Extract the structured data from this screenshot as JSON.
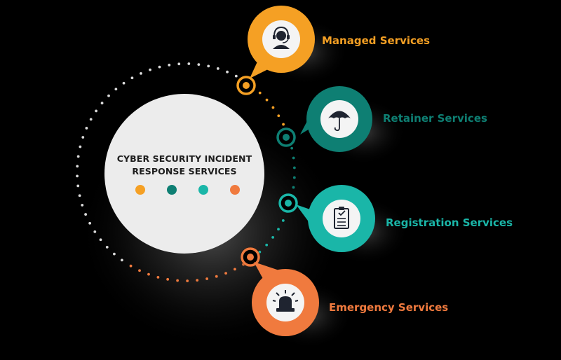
{
  "center": {
    "title_line1": "CYBER SECURITY INCIDENT",
    "title_line2": "RESPONSE SERVICES",
    "dots": [
      "#f5a024",
      "#0e7f73",
      "#1ab6a8",
      "#f07a3e"
    ]
  },
  "services": [
    {
      "label": "Managed Services",
      "color": "#f5a024",
      "icon": "headset-icon"
    },
    {
      "label": "Retainer Services",
      "color": "#0e7f73",
      "icon": "umbrella-icon"
    },
    {
      "label": "Registration Services",
      "color": "#1ab6a8",
      "icon": "clipboard-check-icon"
    },
    {
      "label": "Emergency Services",
      "color": "#f07a3e",
      "icon": "alarm-siren-icon"
    }
  ]
}
